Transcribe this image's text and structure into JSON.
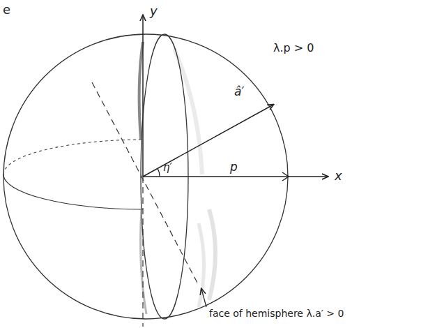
{
  "diagram": {
    "labels": [
      "e",
      "y",
      "λ.p > 0",
      "â′",
      "η′",
      "p",
      "x",
      "face of hemisphere λ.a′ > 0"
    ]
  }
}
